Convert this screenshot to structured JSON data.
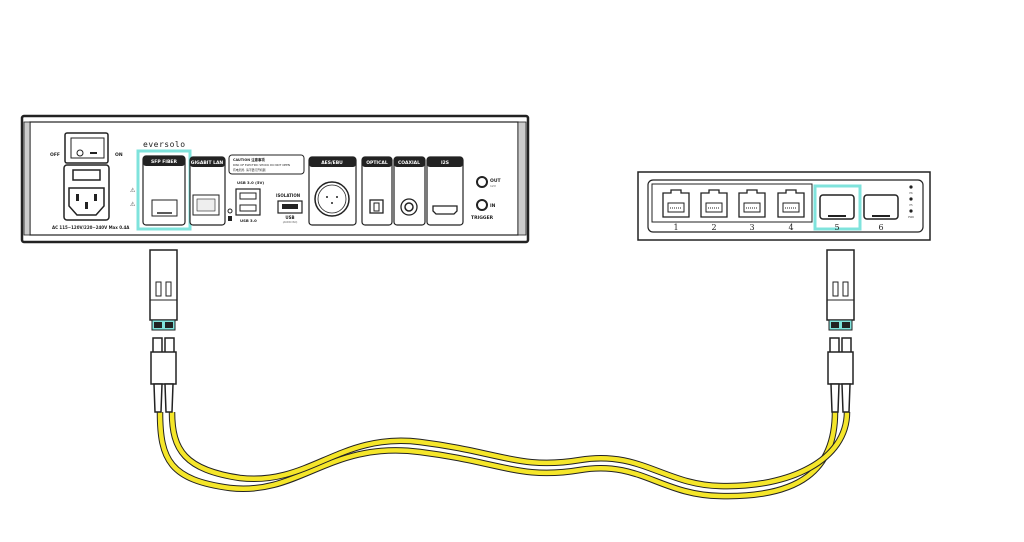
{
  "colors": {
    "highlight": "#7fe3dc",
    "cable": "#f5e62a",
    "outline": "#222222"
  },
  "streamer": {
    "brand": "eversolo",
    "power": {
      "off": "OFF",
      "on": "ON",
      "rating": "AC 115~120V/220~240V Max 0.4A"
    },
    "ports": {
      "sfp": "SFP FIBER",
      "lan": "GIGABIT LAN",
      "aes": "AES/EBU",
      "optical": "OPTICAL",
      "coaxial": "COAXIAL",
      "i2s": "I2S",
      "usb_top": "USB 3.0 (5V)",
      "usb_bottom": "USB 3.0",
      "isolation": "ISOLATION",
      "usb_iso": "USB",
      "usb_iso_sub": "(AUDIO ISO)"
    },
    "caution": {
      "line1": "CAUTION 注意事项",
      "line2": "RISK OF ELECTRIC SHOCK DO NOT OPEN",
      "line3": "有电危险, 请不要打开机器"
    },
    "trigger": {
      "out": "OUT",
      "out_sub": "12V",
      "in": "IN",
      "label": "TRIGGER"
    }
  },
  "switch": {
    "ports": [
      "1",
      "2",
      "3",
      "4",
      "5",
      "6"
    ],
    "leds": [
      "P6",
      "P5",
      "PWR"
    ],
    "highlighted_port": "5"
  }
}
